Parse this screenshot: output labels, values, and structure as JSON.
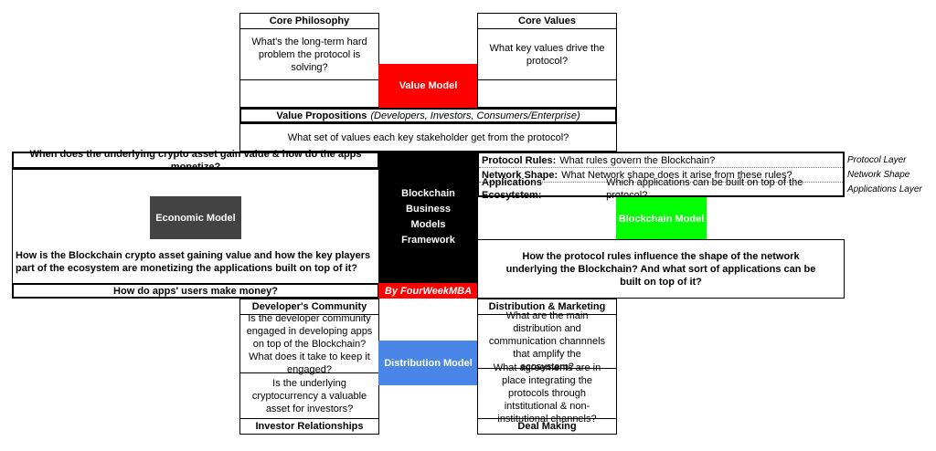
{
  "top": {
    "core_philosophy": {
      "title": "Core Philosophy",
      "question": "What's the long-term hard problem the protocol is solving?"
    },
    "core_values": {
      "title": "Core Values",
      "question": "What key values drive the protocol?"
    },
    "value_model": "Value Model",
    "value_propositions": {
      "title": "Value Propositions",
      "audience": "(Developers, Investors, Consumers/Enterprise)",
      "question": "What set of values each key stakeholder get from the protocol?"
    }
  },
  "left": {
    "header": "When does the underlying crypto asset gain value & how do the apps monetize?",
    "economic_model": "Economic Model",
    "question": "How is the Blockchain crypto asset gaining value and how the key players part of the ecosystem are monetizing the applications built on top of it?",
    "footer": "How do apps' users make money?"
  },
  "center": {
    "title": "Blockchain Business Models Framework",
    "byline": "By FourWeekMBA"
  },
  "right": {
    "rows": [
      {
        "label": "Protocol Rules:",
        "text": "What rules govern the Blockchain?",
        "side": "Protocol Layer"
      },
      {
        "label": "Network Shape:",
        "text": "What Network shape does it arise from these rules?",
        "side": "Network Shape"
      },
      {
        "label": "Applications Ecosytstem:",
        "text": "Which applications can be built on top of the protocol?",
        "side": "Applications Layer"
      }
    ],
    "blockchain_model": "Blockchain Model",
    "question": "How the protocol rules influence the shape of the network underlying the Blockchain? And what sort of applications can be built on top of it?"
  },
  "bottom": {
    "developer_community": {
      "title": "Developer's Community",
      "question": "Is the developer community engaged in developing apps on top of the Blockchain? What does it take to keep it engaged?"
    },
    "investor_relationships": {
      "title": "Investor Relationships",
      "question": "Is the underlying cryptocurrency a valuable asset for investors?"
    },
    "distribution_marketing": {
      "title": "Distribution & Marketing",
      "question": "What are the main distribution and communication channnels that amplify the ecosystem?"
    },
    "deal_making": {
      "title": "Deal Making",
      "question": "What agreements are in place integrating the protocols through intstitutional & non-institutional channels?"
    },
    "distribution_model": "Distribution Model"
  },
  "colors": {
    "value_model": "#ff0000",
    "economic_model": "#434343",
    "center": "#000000",
    "byline": "#ff0000",
    "blockchain_model": "#00ff00",
    "distribution_model": "#4a86e8"
  }
}
